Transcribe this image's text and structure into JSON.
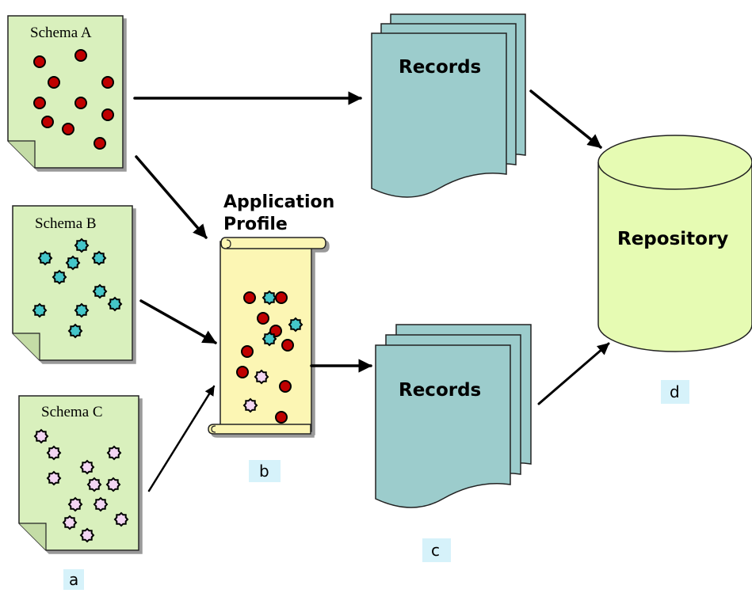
{
  "schemas": [
    {
      "label": "Schema A"
    },
    {
      "label": "Schema B"
    },
    {
      "label": "Schema C"
    }
  ],
  "application_profile": {
    "line1": "Application",
    "line2": "Profile"
  },
  "records": [
    {
      "label": "Records"
    },
    {
      "label": "Records"
    }
  ],
  "repository": {
    "label": "Repository"
  },
  "tags": {
    "a": "a",
    "b": "b",
    "c": "c",
    "d": "d"
  },
  "colors": {
    "schema_fill": "#d9f0bd",
    "profile_fill": "#fcf6b4",
    "records_fill": "#9ccccc",
    "repository_fill": "#e6fbb3",
    "dot_red": "#c00000",
    "dot_cyan": "#44c6c9",
    "dot_pink": "#f3d6f3",
    "tag_fill": "#d6f2fa"
  }
}
